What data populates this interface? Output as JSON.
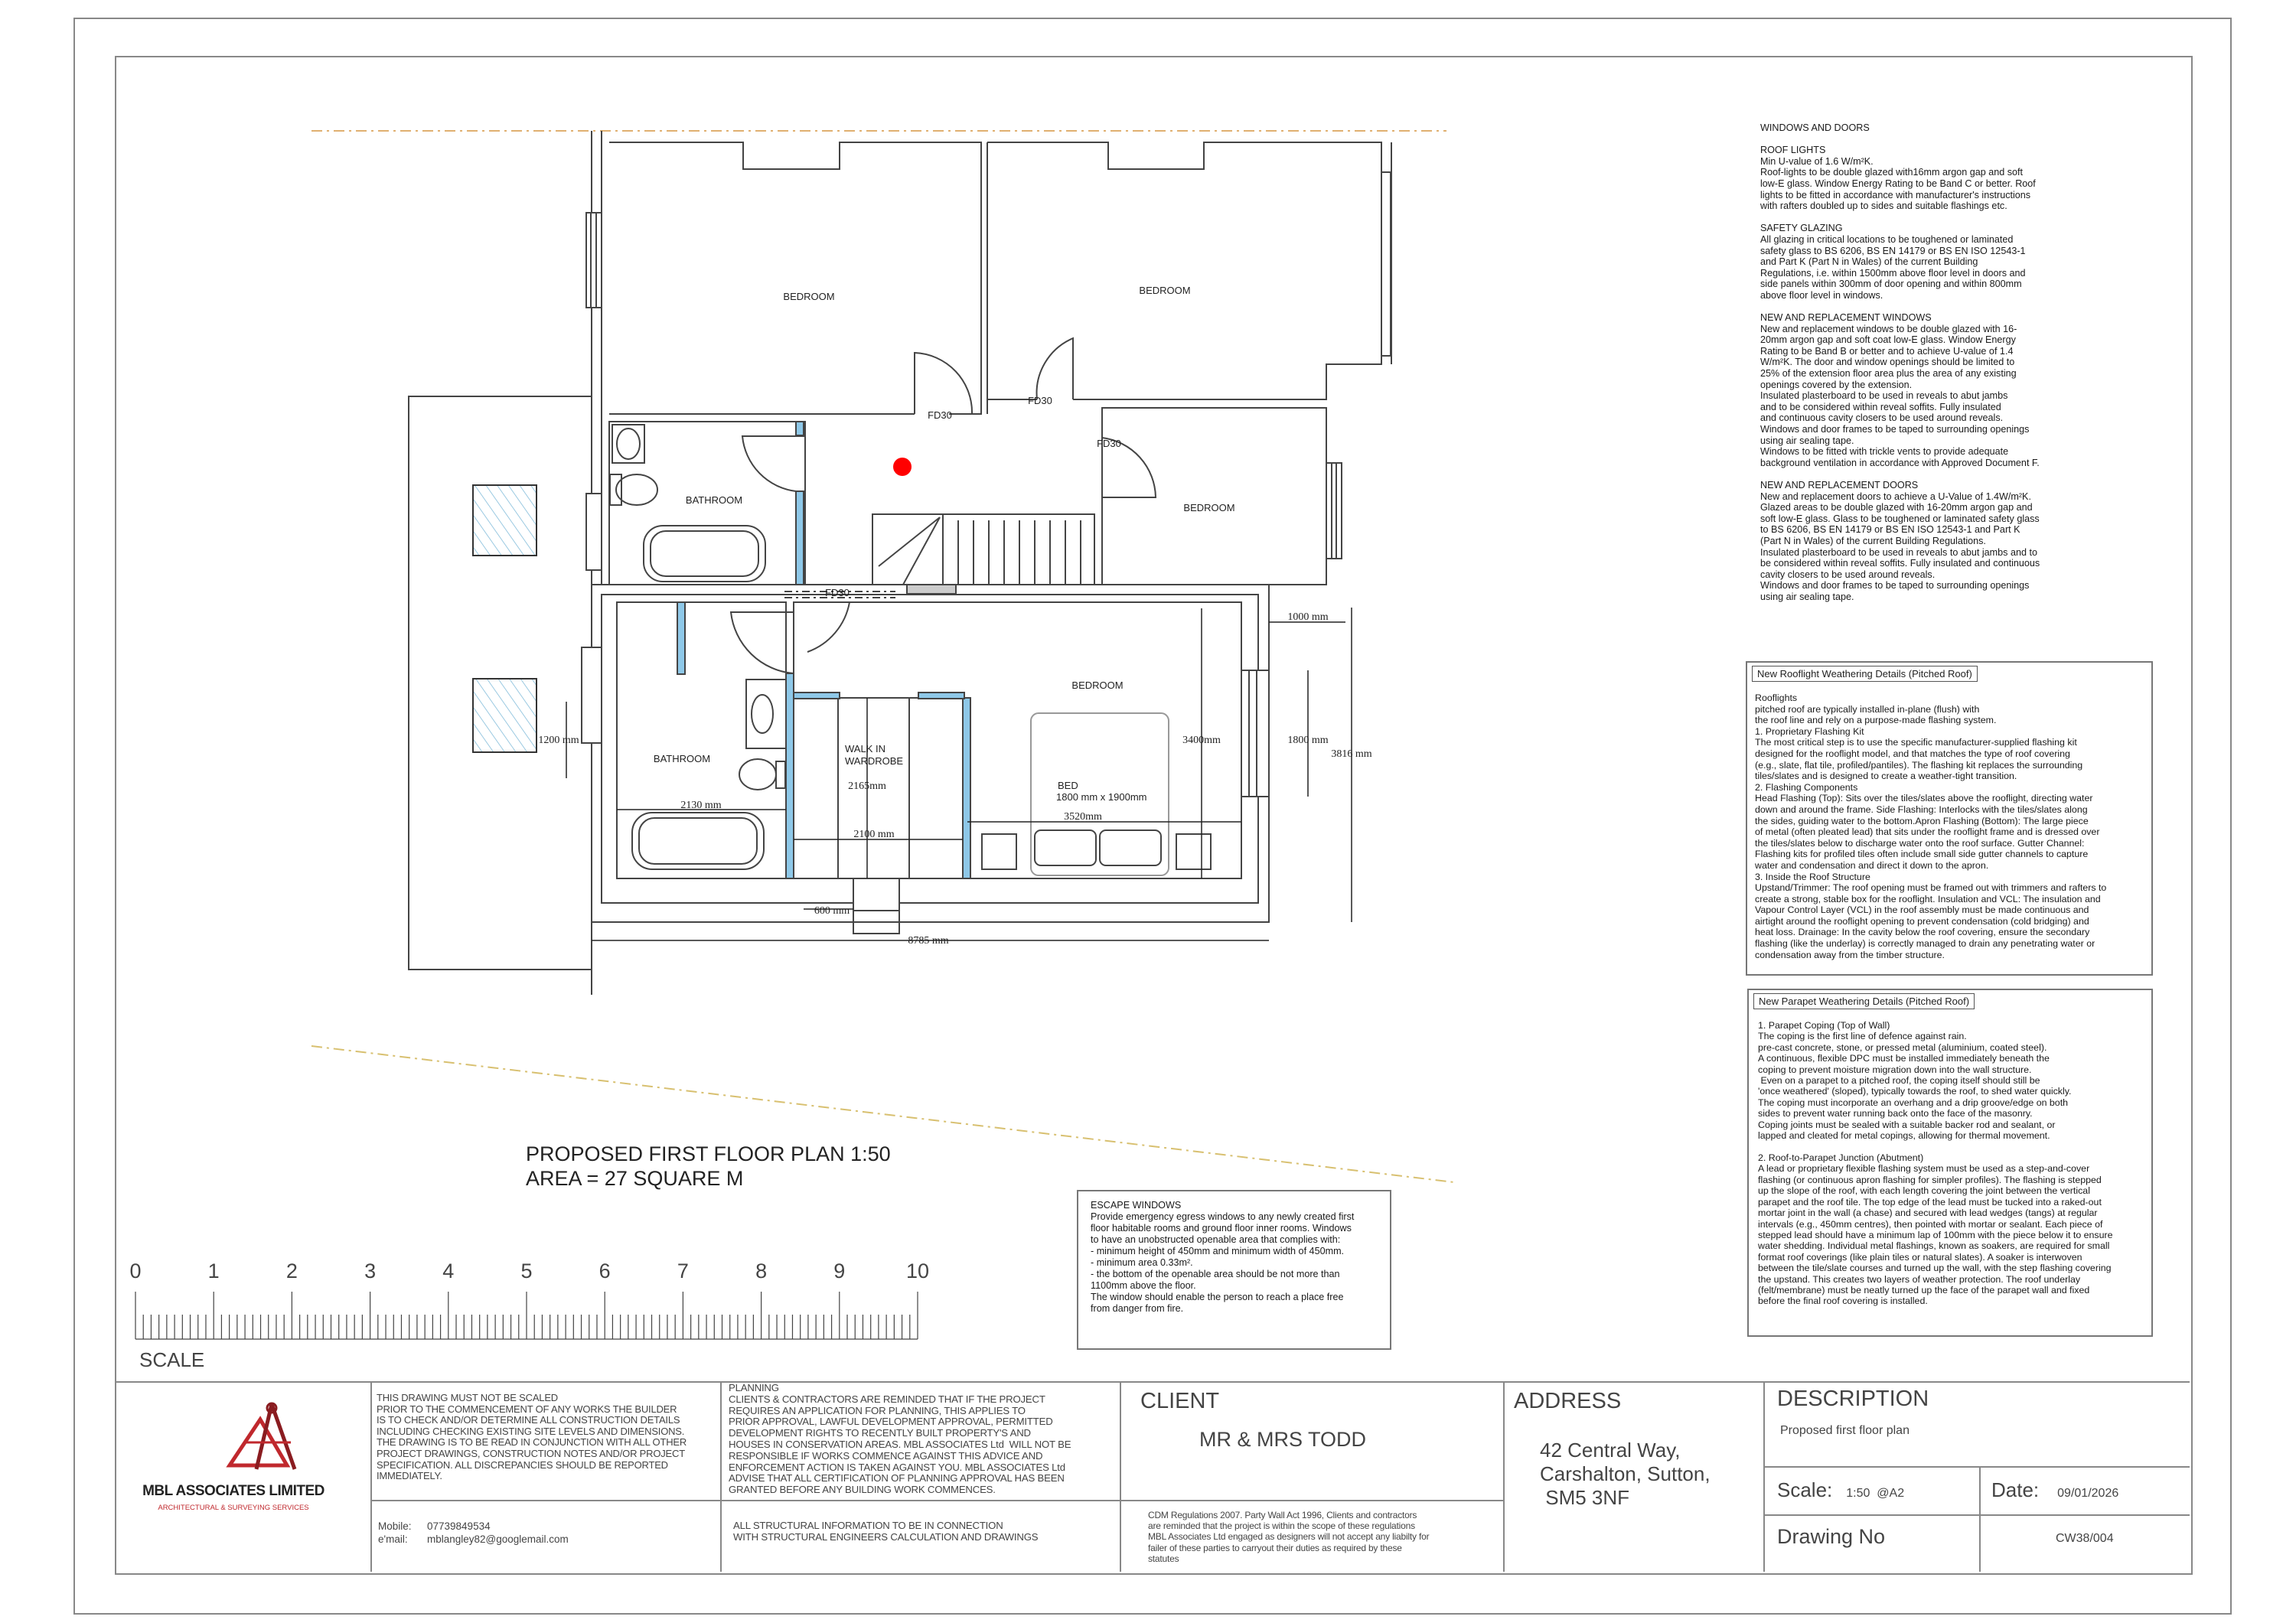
{
  "plan": {
    "title": "PROPOSED FIRST FLOOR PLAN 1:50",
    "area": "AREA = 27 SQUARE M",
    "rooms": {
      "bedroom_top_left": "BEDROOM",
      "bedroom_top_right": "BEDROOM",
      "bedroom_middle_right": "BEDROOM",
      "bathroom_existing": "BATHROOM",
      "bedroom_new": "BEDROOM",
      "bathroom_new": "BATHROOM",
      "wardrobe_line1": "WALK IN",
      "wardrobe_line2": "WARDROBE",
      "bed_label": "BED",
      "bed_size": "1800 mm x 1900mm"
    },
    "doors": [
      "FD30",
      "FD30",
      "FD30",
      "FD30"
    ],
    "dimensions": {
      "overall_width": "8785 mm",
      "window_offset": "1000 mm",
      "window_width_right": "1800 mm",
      "depth_overall": "3816 mm",
      "bedroom_depth": "3400mm",
      "bedroom_width": "3520mm",
      "bath_width": "2130 mm",
      "wardrobe_width": "2100 mm",
      "wardrobe_depth": "2165mm",
      "window_width_left": "1200 mm",
      "stair_width": "600 mm"
    },
    "colors": {
      "partition": "#8ec8e8",
      "smoke_alarm": "#ff0000",
      "boundary": "#e0b070"
    }
  },
  "scale_bar": {
    "label": "SCALE",
    "ticks": [
      "0",
      "1",
      "2",
      "3",
      "4",
      "5",
      "6",
      "7",
      "8",
      "9",
      "10"
    ]
  },
  "notes": {
    "windows_doors": [
      "WINDOWS AND DOORS",
      "",
      "ROOF LIGHTS",
      "Min U-value of 1.6 W/m²K.",
      "Roof-lights to be double glazed with16mm argon gap and soft",
      "low-E glass. Window Energy Rating to be Band C or better. Roof",
      "lights to be fitted in accordance with manufacturer's instructions",
      "with rafters doubled up to sides and suitable flashings etc.",
      "",
      "SAFETY GLAZING",
      "All glazing in critical locations to be toughened or laminated",
      "safety glass to BS 6206, BS EN 14179 or BS EN ISO 12543-1",
      "and Part K (Part N in Wales) of the current Building",
      "Regulations, i.e. within 1500mm above floor level in doors and",
      "side panels within 300mm of door opening and within 800mm",
      "above floor level in windows.",
      "",
      "NEW AND REPLACEMENT WINDOWS",
      "New and replacement windows to be double glazed with 16-",
      "20mm argon gap and soft coat low-E glass. Window Energy",
      "Rating to be Band B or better and to achieve U-value of 1.4",
      "W/m²K. The door and window openings should be limited to",
      "25% of the extension floor area plus the area of any existing",
      "openings covered by the extension.",
      "Insulated plasterboard to be used in reveals to abut jambs",
      "and to be considered within reveal soffits. Fully insulated",
      "and continuous cavity closers to be used around reveals.",
      "Windows and door frames to be taped to surrounding openings",
      "using air sealing tape.",
      "Windows to be fitted with trickle vents to provide adequate",
      "background ventilation in accordance with Approved Document F.",
      "",
      "NEW AND REPLACEMENT DOORS",
      "New and replacement doors to achieve a U-Value of 1.4W/m²K.",
      "Glazed areas to be double glazed with 16-20mm argon gap and",
      "soft low-E glass. Glass to be toughened or laminated safety glass",
      "to BS 6206, BS EN 14179 or BS EN ISO 12543-1 and Part K",
      "(Part N in Wales) of the current Building Regulations.",
      "Insulated plasterboard to be used in reveals to abut jambs and to",
      "be considered within reveal soffits. Fully insulated and continuous",
      "cavity closers to be used around reveals.",
      "Windows and door frames to be taped to surrounding openings",
      "using air sealing tape."
    ],
    "rooflight": {
      "heading": "New Rooflight Weathering Details (Pitched Roof)",
      "lines": [
        "Rooflights",
        "pitched roof are typically installed in-plane (flush) with",
        "the roof line and rely on a purpose-made flashing system.",
        "1. Proprietary Flashing Kit",
        "The most critical step is to use the specific manufacturer-supplied flashing kit",
        "designed for the rooflight model, and that matches the type of roof covering",
        "(e.g., slate, flat tile, profiled/pantiles). The flashing kit replaces the surrounding",
        "tiles/slates and is designed to create a weather-tight transition.",
        "2. Flashing Components",
        "Head Flashing (Top): Sits over the tiles/slates above the rooflight, directing water",
        "down and around the frame. Side Flashing: Interlocks with the tiles/slates along",
        "the sides, guiding water to the bottom.Apron Flashing (Bottom): The large piece",
        "of metal (often pleated lead) that sits under the rooflight frame and is dressed over",
        "the tiles/slates below to discharge water onto the roof surface. Gutter Channel:",
        "Flashing kits for profiled tiles often include small side gutter channels to capture",
        "water and condensation and direct it down to the apron.",
        "3. Inside the Roof Structure",
        "Upstand/Trimmer: The roof opening must be framed out with trimmers and rafters to",
        "create a strong, stable box for the rooflight. Insulation and VCL: The insulation and",
        "Vapour Control Layer (VCL) in the roof assembly must be made continuous and",
        "airtight around the rooflight opening to prevent condensation (cold bridging) and",
        "heat loss. Drainage: In the cavity below the roof covering, ensure the secondary",
        "flashing (like the underlay) is correctly managed to drain any penetrating water or",
        "condensation away from the timber structure."
      ]
    },
    "parapet": {
      "heading": "New Parapet Weathering Details (Pitched Roof)",
      "lines": [
        "1. Parapet Coping (Top of Wall)",
        "The coping is the first line of defence against rain.",
        "pre-cast concrete, stone, or pressed metal (aluminium, coated steel).",
        "A continuous, flexible DPC must be installed immediately beneath the",
        "coping to prevent moisture migration down into the wall structure.",
        " Even on a parapet to a pitched roof, the coping itself should still be",
        "'once weathered' (sloped), typically towards the roof, to shed water quickly.",
        "The coping must incorporate an overhang and a drip groove/edge on both",
        "sides to prevent water running back onto the face of the masonry.",
        "Coping joints must be sealed with a suitable backer rod and sealant, or",
        "lapped and cleated for metal copings, allowing for thermal movement.",
        "",
        "2. Roof-to-Parapet Junction (Abutment)",
        "A lead or proprietary flexible flashing system must be used as a step-and-cover",
        "flashing (or continuous apron flashing for simpler profiles). The flashing is stepped",
        "up the slope of the roof, with each length covering the joint between the vertical",
        "parapet and the roof tile. The top edge of the lead must be tucked into a raked-out",
        "mortar joint in the wall (a chase) and secured with lead wedges (tangs) at regular",
        "intervals (e.g., 450mm centres), then pointed with mortar or sealant. Each piece of",
        "stepped lead should have a minimum lap of 100mm with the piece below it to ensure",
        "water shedding. Individual metal flashings, known as soakers, are required for small",
        "format roof coverings (like plain tiles or natural slates). A soaker is interwoven",
        "between the tile/slate courses and turned up the wall, with the step flashing covering",
        "the upstand. This creates two layers of weather protection. The roof underlay",
        "(felt/membrane) must be neatly turned up the face of the parapet wall and fixed",
        "before the final roof covering is installed."
      ]
    },
    "escape_windows": [
      "ESCAPE WINDOWS",
      "Provide emergency egress windows to any newly created first",
      "floor habitable rooms and ground floor inner rooms. Windows",
      "to have an unobstructed openable area that complies with:",
      "- minimum height of 450mm and minimum width of 450mm.",
      "- minimum area 0.33m².",
      "- the bottom of the openable area should be not more than",
      "1100mm above the floor.",
      "The window should enable the person to reach a place free",
      "from danger from fire."
    ]
  },
  "title_block": {
    "company": "MBL ASSOCIATES LIMITED",
    "company_tagline": "ARCHITECTURAL & SURVEYING SERVICES",
    "brand_color": "#c0282d",
    "disclaimer": [
      "THIS DRAWING MUST NOT BE SCALED",
      "PRIOR TO THE COMMENCEMENT OF ANY WORKS THE BUILDER",
      "IS TO CHECK AND/OR DETERMINE ALL CONSTRUCTION DETAILS",
      "INCLUDING CHECKING EXISTING SITE LEVELS AND DIMENSIONS.",
      "THE DRAWING IS TO BE READ IN CONJUNCTION WITH ALL OTHER",
      "PROJECT DRAWINGS, CONSTRUCTION NOTES AND/OR PROJECT",
      "SPECIFICATION. ALL DISCREPANCIES SHOULD BE REPORTED",
      "IMMEDIATELY."
    ],
    "mobile_label": "Mobile:",
    "mobile": "07739849534",
    "email_label": "e'mail:",
    "email": "mblangley82@googlemail.com",
    "planning": [
      "PLANNING",
      "CLIENTS & CONTRACTORS ARE REMINDED THAT IF THE PROJECT",
      "REQUIRES AN APPLICATION FOR PLANNING, THIS APPLIES TO",
      "PRIOR APPROVAL, LAWFUL DEVELOPMENT APPROVAL, PERMITTED",
      "DEVELOPMENT RIGHTS TO RECENTLY BUILT PROPERTY'S AND",
      "HOUSES IN CONSERVATION AREAS. MBL ASSOCIATES Ltd  WILL NOT BE",
      "RESPONSIBLE IF WORKS COMMENCE AGAINST THIS ADVICE AND",
      "ENFORCEMENT ACTION IS TAKEN AGAINST YOU. MBL ASSOCIATES Ltd",
      "ADVISE THAT ALL CERTIFICATION OF PLANNING APPROVAL HAS BEEN",
      "GRANTED BEFORE ANY BUILDING WORK COMMENCES."
    ],
    "structural": [
      "ALL STRUCTURAL INFORMATION TO BE IN CONNECTION",
      "WITH STRUCTURAL ENGINEERS CALCULATION AND DRAWINGS"
    ],
    "client_label": "CLIENT",
    "client": "MR & MRS TODD",
    "cdm": [
      "CDM Regulations 2007. Party Wall Act 1996, Clients and contractors",
      "are reminded that the project is within the scope of these regulations",
      "MBL Associates Ltd engaged as designers will not accept any liabilty for",
      "failer of these parties to carryout their duties as required by these",
      "statutes"
    ],
    "address_label": "ADDRESS",
    "address": [
      "42 Central Way,",
      "Carshalton, Sutton,",
      " SM5 3NF"
    ],
    "description_label": "DESCRIPTION",
    "description": "Proposed first floor plan",
    "scale_label": "Scale:",
    "scale": "1:50  @A2",
    "date_label": "Date:",
    "date": "09/01/2026",
    "drawing_no_label": "Drawing No",
    "drawing_no": "CW38/004"
  }
}
